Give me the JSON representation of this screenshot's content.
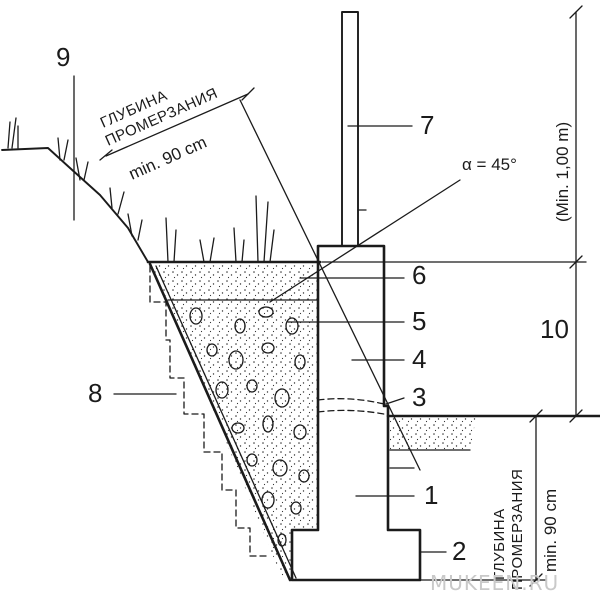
{
  "labels": {
    "n1": "1",
    "n2": "2",
    "n3": "3",
    "n4": "4",
    "n5": "5",
    "n6": "6",
    "n7": "7",
    "n8": "8",
    "n9": "9",
    "n10": "10"
  },
  "annotations": {
    "frost_depth_top_line1": "ГЛУБИНА",
    "frost_depth_top_line2": "ПРОМЕРЗАНИЯ",
    "min_depth_top": "min. 90 cm",
    "angle": "α = 45°",
    "min_height_right": "(Min. 1,00 m)",
    "frost_depth_bottom_line1": "ГЛУБИНА",
    "frost_depth_bottom_line2": "ПРОМЕРЗАНИЯ",
    "min_depth_bottom": "min. 90 cm"
  },
  "watermark": "MUKEEN.RU"
}
